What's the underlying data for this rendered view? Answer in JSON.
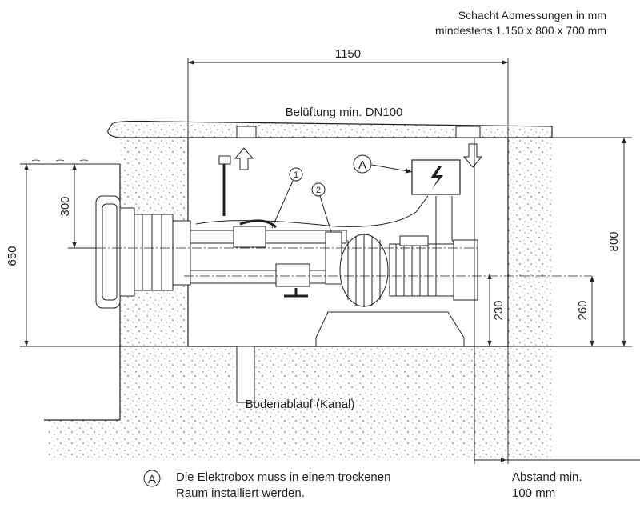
{
  "header": {
    "line1": "Schacht Abmessungen in mm",
    "line2": "mindestens 1.150 x 800 x 700 mm"
  },
  "dimensions": {
    "width": "1150",
    "water_depth": "650",
    "inlet_depth": "300",
    "shaft_height": "800",
    "motor_axis": "260",
    "pump_axis": "230"
  },
  "labels": {
    "ventilation": "Belüftung min. DN100",
    "drain": "Bodenablauf (Kanal)",
    "marker_a": "A",
    "callout_1": "1",
    "callout_2": "2"
  },
  "notes": {
    "marker": "A",
    "note_line1": "Die Elektrobox muss in einem trockenen",
    "note_line2": "Raum installiert werden.",
    "distance_line1": "Abstand min.",
    "distance_line2": "100 mm"
  },
  "colors": {
    "line": "#231f20",
    "ground": "#f4f4f4"
  }
}
